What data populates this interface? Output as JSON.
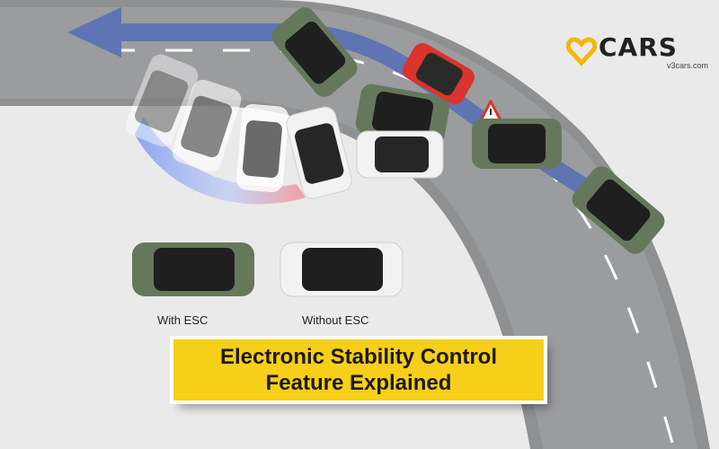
{
  "brand": {
    "name": "CARS",
    "url": "v3cars.com"
  },
  "legend": {
    "with_esc": "With ESC",
    "without_esc": "Without ESC"
  },
  "title": {
    "line1": "Electronic Stability Control",
    "line2": "Feature Explained"
  },
  "colors": {
    "road": "#8f9092",
    "path_arrow": "#5f74b2",
    "esc_car": "#66785c",
    "non_esc_car": "#f2f2f2",
    "hazard_car": "#d9342d",
    "title_bg": "#f5cf1a"
  },
  "icons": [
    "direction-arrow-icon",
    "warning-triangle-icon",
    "logo-heart-icon"
  ]
}
